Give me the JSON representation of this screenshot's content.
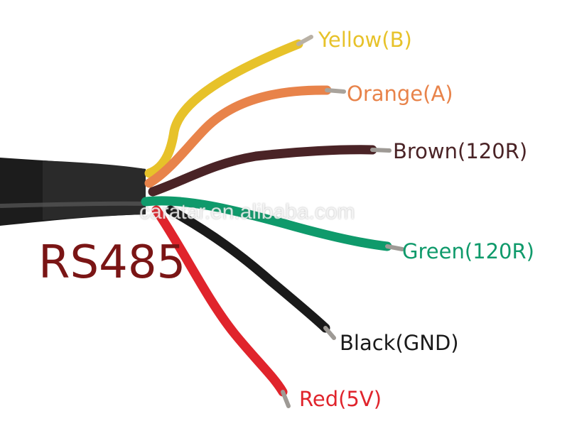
{
  "image": {
    "title": "RS485",
    "watermark": "caratar.en.alibaba.com",
    "colors": {
      "title": "#7a1515",
      "yellow": "#e7c22a",
      "orange": "#e8834a",
      "brown": "#4a2326",
      "green": "#0f9a6b",
      "black": "#1a1a1a",
      "red": "#e0242c"
    },
    "wires": [
      {
        "name": "yellow",
        "label": "Yellow(B)"
      },
      {
        "name": "orange",
        "label": "Orange(A)"
      },
      {
        "name": "brown",
        "label": "Brown(120R)"
      },
      {
        "name": "green",
        "label": "Green(120R)"
      },
      {
        "name": "black",
        "label": "Black(GND)"
      },
      {
        "name": "red",
        "label": "Red(5V)"
      }
    ]
  }
}
